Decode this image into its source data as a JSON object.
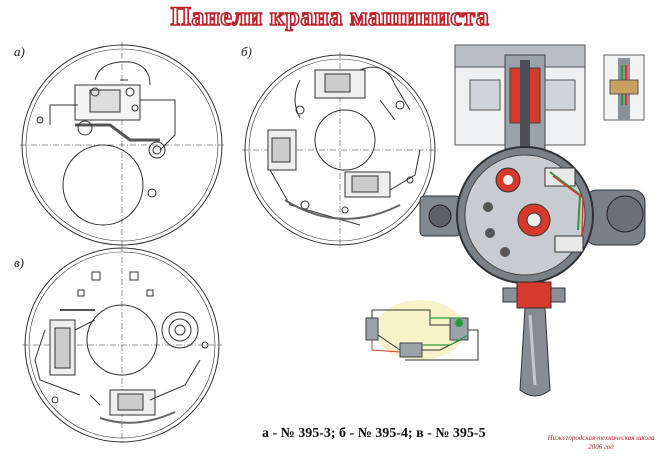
{
  "title": "Панели крана машиниста",
  "panels": [
    {
      "label": "а)"
    },
    {
      "label": "б)"
    },
    {
      "label": "в)"
    }
  ],
  "caption": "а - № 395-3; б - № 395-4; в - № 395-5",
  "footnote_line1": "Нижегородская техническая школа",
  "footnote_line2": "2006 год",
  "colors": {
    "title_outline": "#c0202a",
    "line": "#333333",
    "accent_red": "#d63a2a",
    "wire_green": "#2a9a3a",
    "metal": "#7a8088"
  }
}
